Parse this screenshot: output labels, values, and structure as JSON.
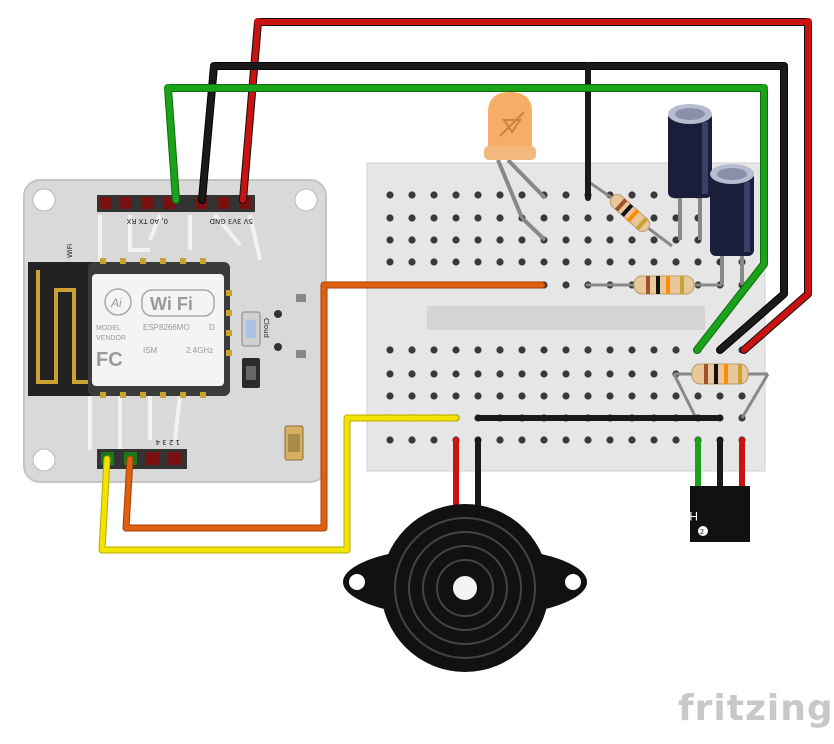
{
  "board": {
    "pin_labels_top": "0, A0 TX RX",
    "pin_labels_top2": "5V 3V3 GND",
    "pin_labels_bottom": "1  2  3  4",
    "wifi_small": "WiFi",
    "chip_ai": "Ai",
    "chip_wifi_logo": "Wi Fi",
    "chip_model": "MODEL",
    "chip_model_value": "ESP8266MO",
    "chip_d": "D",
    "chip_vendor": "VENDOR",
    "chip_fc": "FC",
    "chip_ism": "ISM",
    "chip_freq": "2.4GHz",
    "cloud_label": "Cloud"
  },
  "sensor": {
    "label": "Hall Eff",
    "sub": "2"
  },
  "watermark": {
    "text": "fritzing"
  },
  "colors": {
    "wire_red": "#cc1111",
    "wire_black": "#1a1a1a",
    "wire_green": "#1aa31a",
    "wire_orange": "#e06010",
    "wire_yellow": "#f2e400",
    "board_grey": "#d9d9d9",
    "breadboard": "#e6e6e6",
    "led": "#f5a454"
  }
}
